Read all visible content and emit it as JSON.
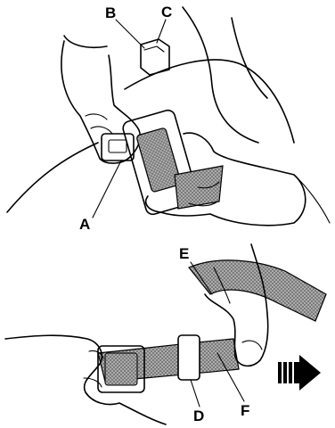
{
  "labels": {
    "a": "A",
    "b": "B",
    "c": "C",
    "d": "D",
    "e": "E",
    "f": "F"
  },
  "colors": {
    "ink": "#000000",
    "webbing": "#8a8a8a",
    "background": "#ffffff"
  },
  "icons": {
    "arrow": "arrow-right-icon"
  }
}
